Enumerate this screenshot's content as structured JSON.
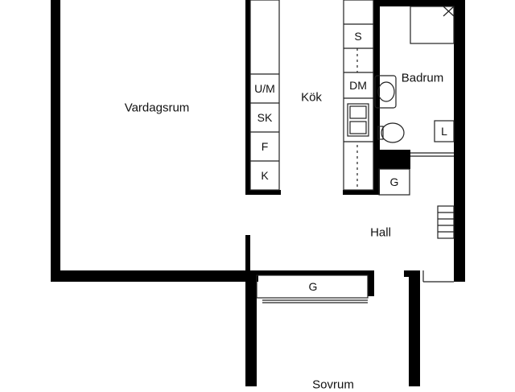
{
  "rooms": {
    "vardagsrum": "Vardagsrum",
    "kok": "Kök",
    "badrum": "Badrum",
    "hall": "Hall",
    "sovrum": "Sovrum"
  },
  "fixtures": {
    "um": "U/M",
    "sk": "SK",
    "f": "F",
    "k": "K",
    "s": "S",
    "dm": "DM",
    "l": "L",
    "g_hall": "G",
    "g_sovrum": "G"
  },
  "colors": {
    "wall": "#000000",
    "line": "#222222",
    "background": "#ffffff"
  }
}
